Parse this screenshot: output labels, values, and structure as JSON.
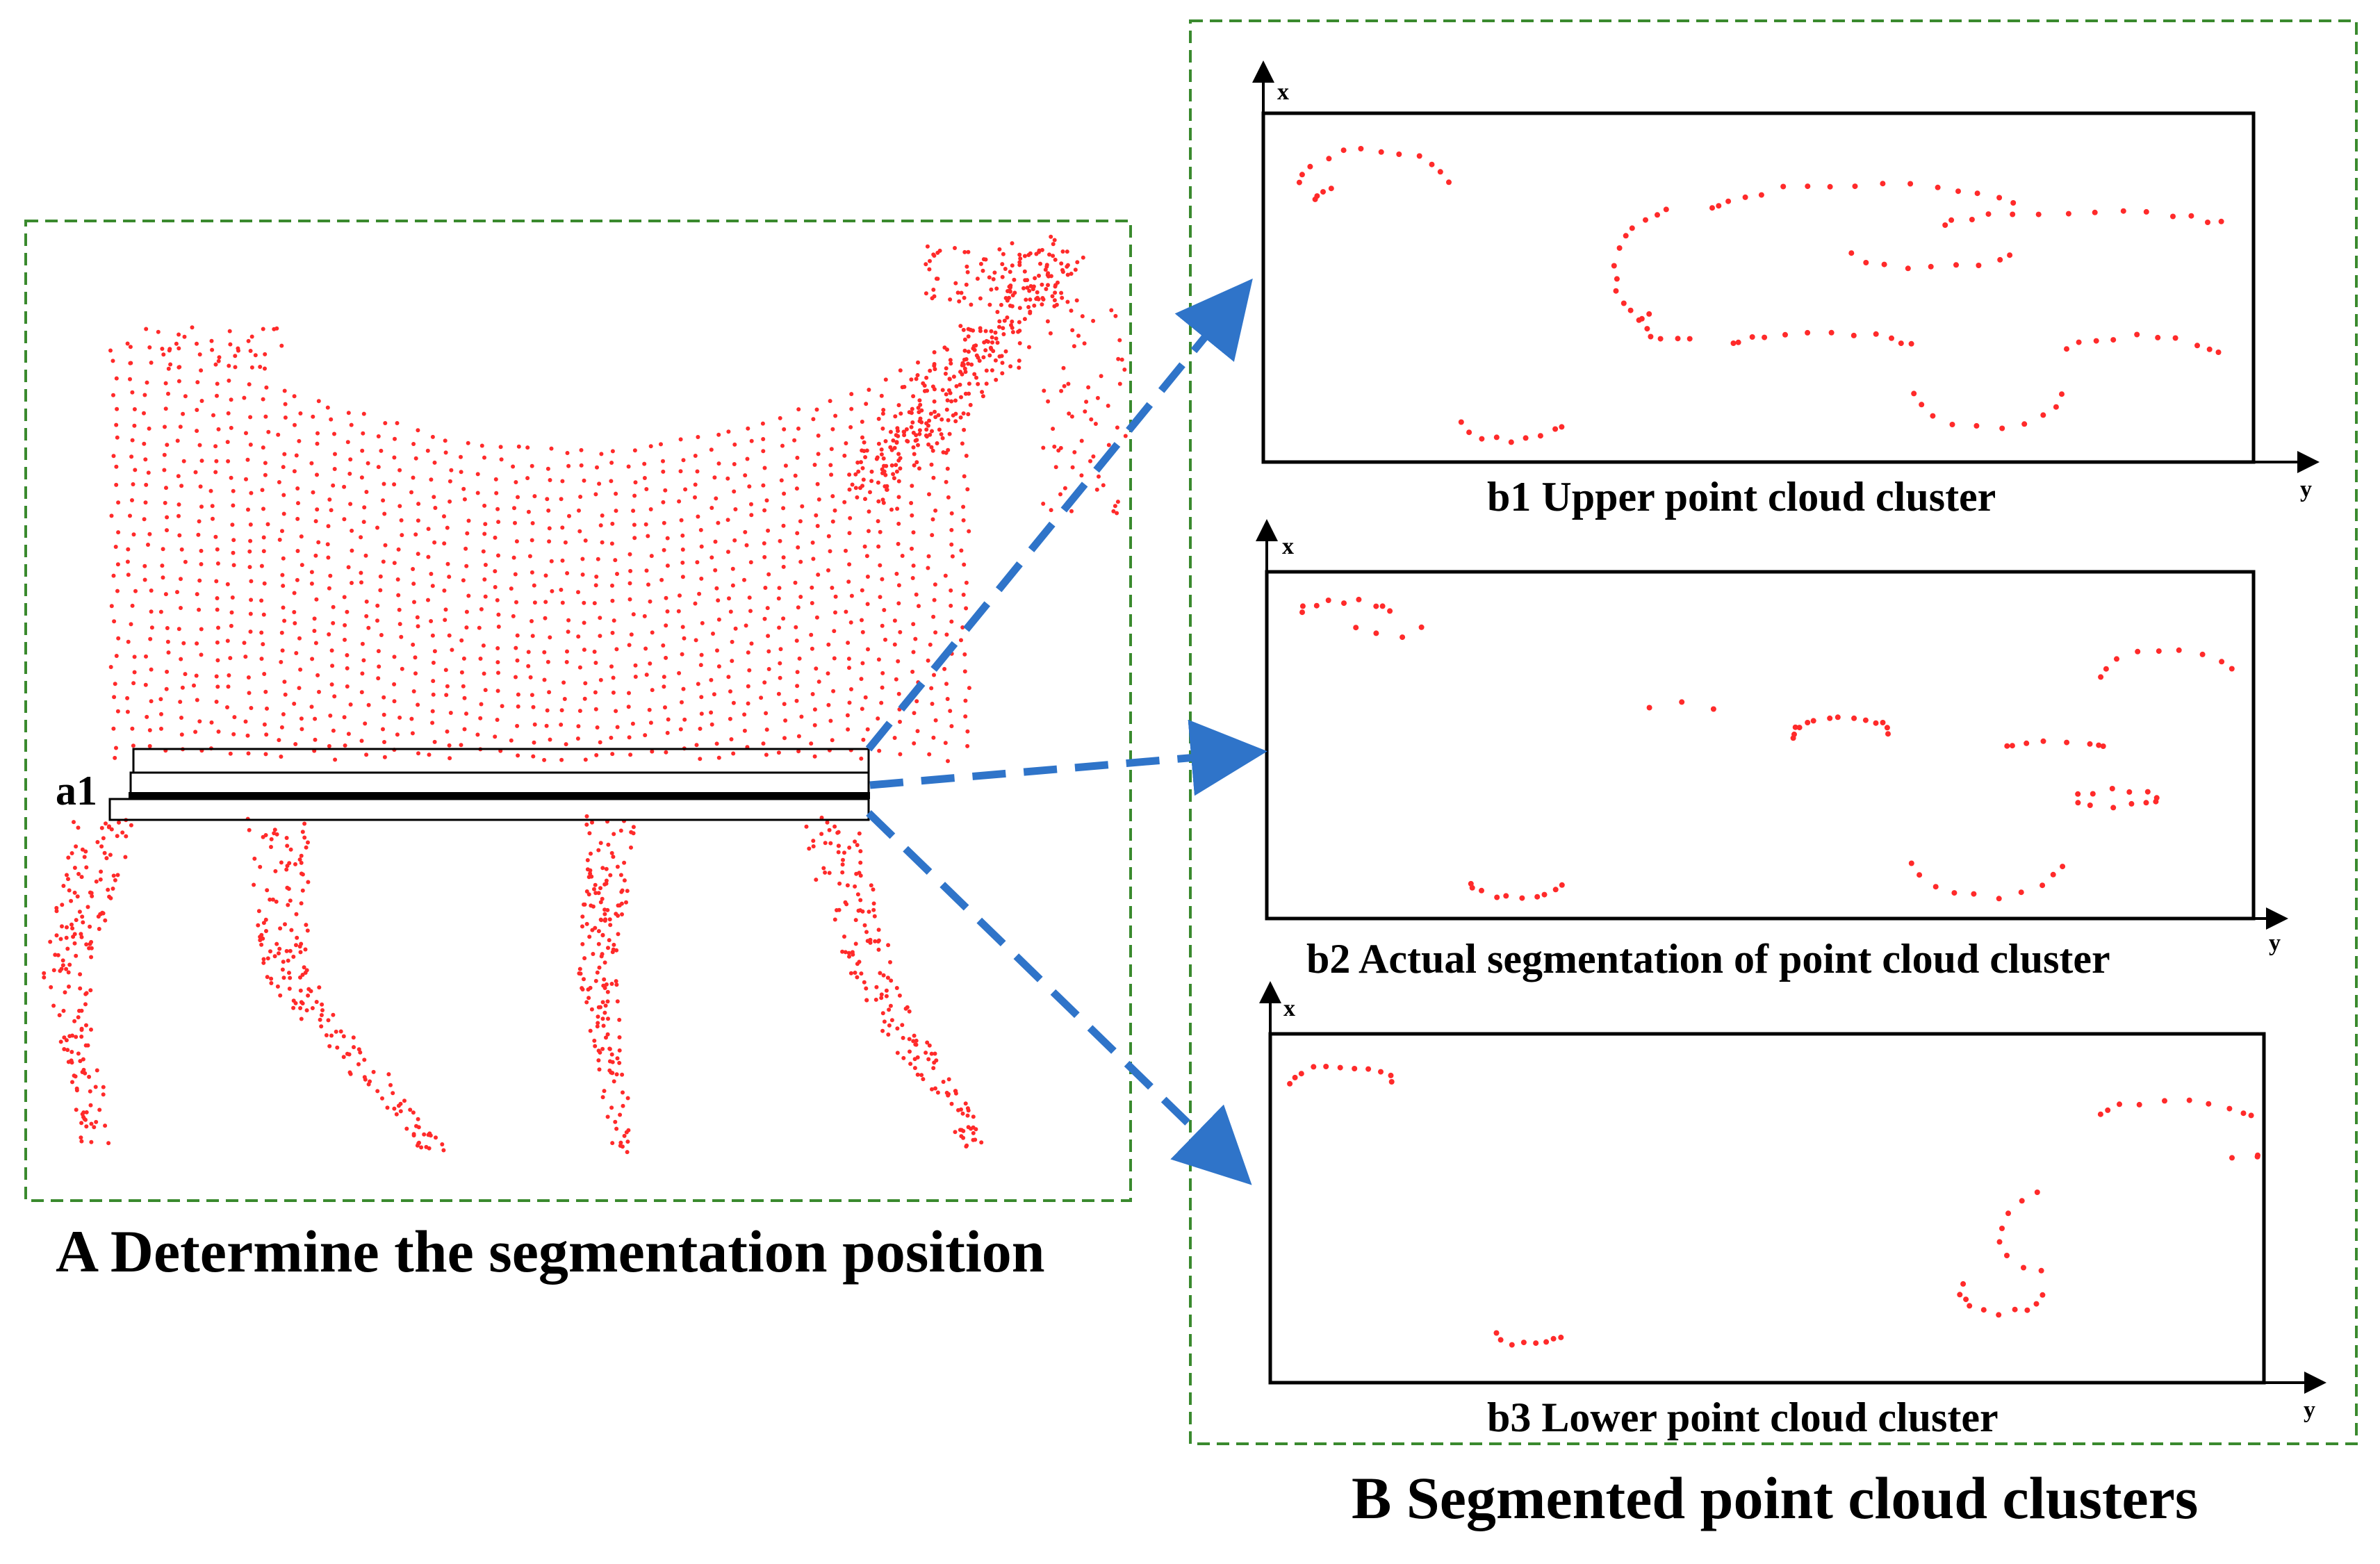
{
  "panel_a": {
    "title": "A Determine the segmentation position",
    "segment_label": "a1",
    "point_color": "#ff2a2a",
    "border_color": "#3a8a2e"
  },
  "panel_b": {
    "title": "B Segmented point cloud clusters",
    "border_color": "#3a8a2e",
    "arrow_color": "#2f74c9",
    "plots": [
      {
        "caption": "b1 Upper point cloud cluster",
        "x_axis": "x",
        "y_axis": "y"
      },
      {
        "caption": "b2 Actual segmentation of point cloud cluster",
        "x_axis": "x",
        "y_axis": "y"
      },
      {
        "caption": "b3 Lower point cloud cluster",
        "x_axis": "x",
        "y_axis": "y"
      }
    ]
  }
}
